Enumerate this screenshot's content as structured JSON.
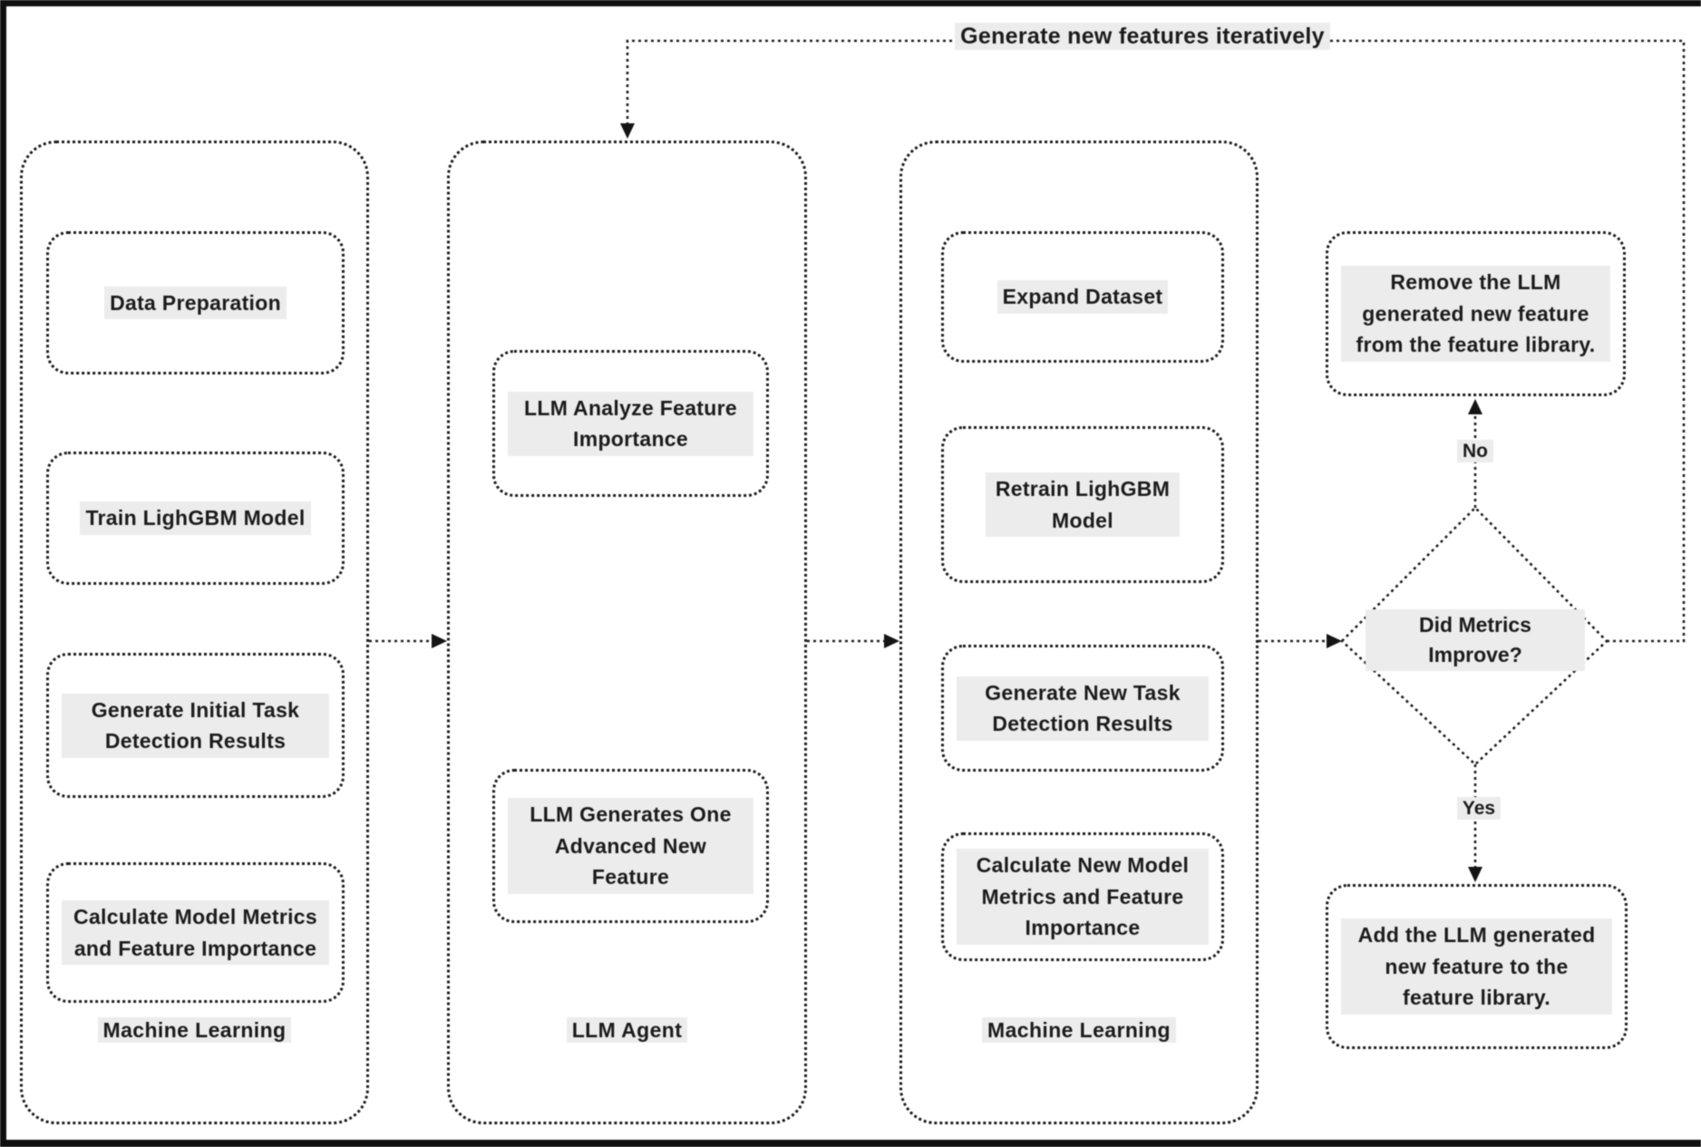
{
  "diagram": {
    "loop_label": "Generate new features iteratively",
    "containers": [
      {
        "label": "Machine Learning",
        "boxes": [
          "Data Preparation",
          "Train LighGBM Model",
          "Generate Initial Task Detection Results",
          "Calculate Model Metrics and Feature Importance"
        ]
      },
      {
        "label": "LLM Agent",
        "boxes": [
          "LLM Analyze Feature Importance",
          "LLM Generates One Advanced New Feature"
        ]
      },
      {
        "label": "Machine Learning",
        "boxes": [
          "Expand Dataset",
          "Retrain LighGBM Model",
          "Generate New Task Detection Results",
          "Calculate New Model Metrics and Feature Importance"
        ]
      }
    ],
    "decision": {
      "question": "Did Metrics Improve?",
      "no_label": "No",
      "yes_label": "Yes"
    },
    "outcomes": {
      "no_box": "Remove the LLM generated new feature from the feature library.",
      "yes_box": "Add the LLM generated new feature to the feature library."
    },
    "colors": {
      "ink": "#1c1c1c",
      "paper": "#ffffff",
      "halftone_band": "#ececec"
    }
  }
}
